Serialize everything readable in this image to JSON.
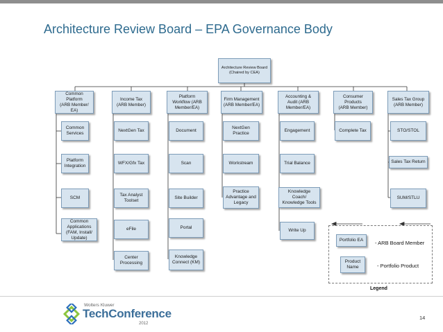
{
  "slide": {
    "title": "Architecture Review Board – EPA Governance Body",
    "page_number": "14"
  },
  "root": {
    "label": "Architecture Review Board\n(Chaired by CEA)"
  },
  "headers": [
    "Common Platform\n(ARB Member/\nEA)",
    "Income Tax\n(ARB Member)",
    "Platform\nWorkflow (ARB\nMember/EA)",
    "Firm Management\n(ARB Member/EA)",
    "Accounting &\nAudit (ARB\nMember/EA)",
    "Consumer\nProducts\n(ARB Member)",
    "Sales Tax Group\n(ARB Member)"
  ],
  "columns": [
    {
      "items": [
        "Common\nServices",
        "Platform\nIntegration",
        "SCM",
        "Common\nApplications\n(FAM, Install/\nUpdate)"
      ]
    },
    {
      "items": [
        "NextGen Tax",
        "WFX/Gfx Tax",
        "Tax Analyst\nToolset",
        "eFile",
        "Center Processing"
      ]
    },
    {
      "items": [
        "Document",
        "Scan",
        "Site Builder",
        "Portal",
        "Knowledge\nConnect (KM)"
      ]
    },
    {
      "items": [
        "NextGen\nPractice",
        "Workstream",
        "Practice\nAdvantage and\nLegacy"
      ]
    },
    {
      "items": [
        "Engagement",
        "Trial Balance",
        "Knowledge Coach/\nKnowledge Tools",
        "Write Up"
      ]
    },
    {
      "items": [
        "Complete Tax"
      ]
    },
    {
      "items": [
        "STO/STOL",
        "Sales Tax Return",
        "SUM/STLU"
      ]
    }
  ],
  "legend": {
    "title": "Legend",
    "sample_ea": "Portfolio EA",
    "sample_ea_desc": "- ARB Board Member",
    "sample_product": "Product\nName",
    "sample_product_desc": "- Portfolio Product"
  },
  "footer": {
    "brand_small": "Wolters Kluwer",
    "brand_big": "TechConference",
    "brand_year": "2012"
  },
  "colors": {
    "title": "#2d6a8e",
    "box_fill": "#d7e4ef",
    "box_border": "#7d9cb8",
    "logo_green": "#8cc63f",
    "logo_blue": "#2a6ebb"
  }
}
